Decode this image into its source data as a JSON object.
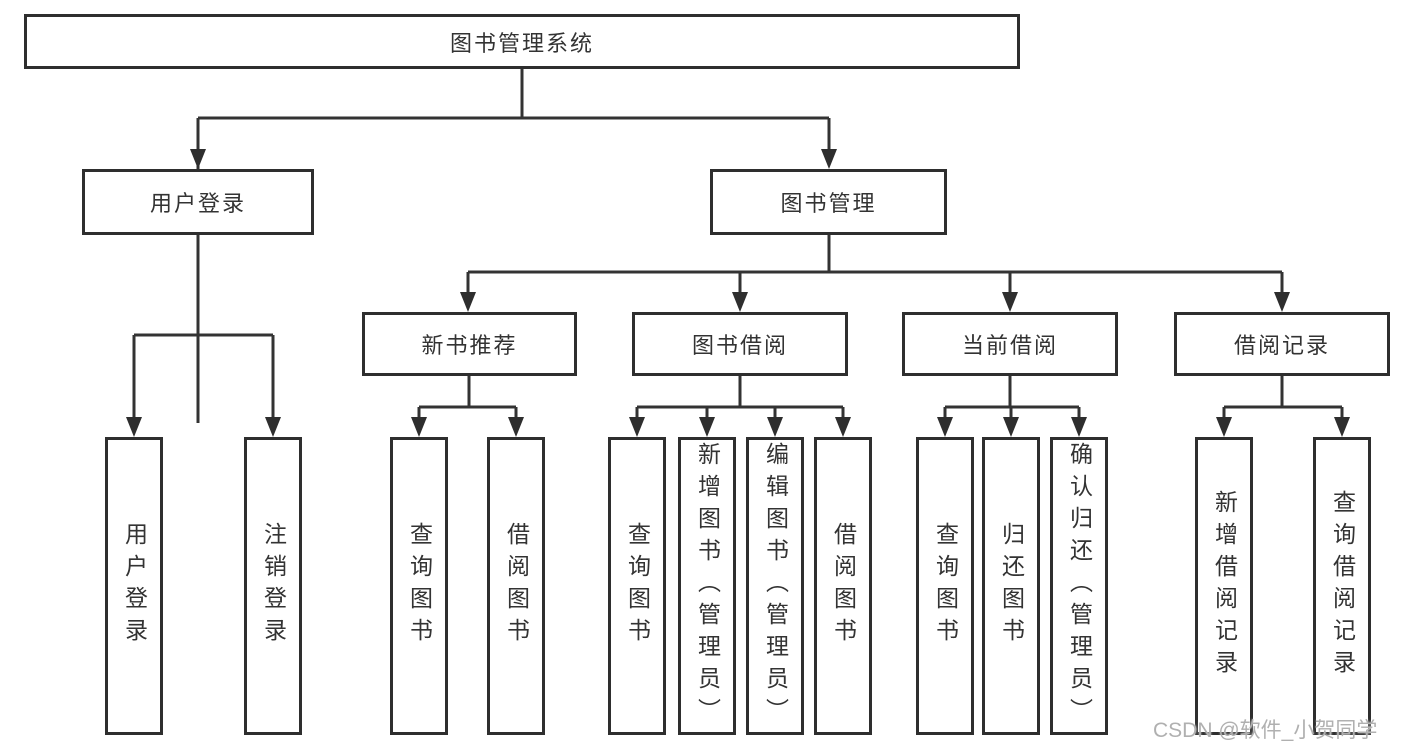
{
  "tree": {
    "label": "图书管理系统",
    "children": [
      {
        "label": "用户登录",
        "children": [
          {
            "label": "用户登录"
          },
          {
            "label": "注销登录"
          }
        ]
      },
      {
        "label": "图书管理",
        "children": [
          {
            "label": "新书推荐",
            "children": [
              {
                "label": "查询图书"
              },
              {
                "label": "借阅图书"
              }
            ]
          },
          {
            "label": "图书借阅",
            "children": [
              {
                "label": "查询图书"
              },
              {
                "label": "新增图书（管理员）"
              },
              {
                "label": "编辑图书（管理员）"
              },
              {
                "label": "借阅图书"
              }
            ]
          },
          {
            "label": "当前借阅",
            "children": [
              {
                "label": "查询图书"
              },
              {
                "label": "归还图书"
              },
              {
                "label": "确认归还（管理员）"
              }
            ]
          },
          {
            "label": "借阅记录",
            "children": [
              {
                "label": "新增借阅记录"
              },
              {
                "label": "查询借阅记录"
              }
            ]
          }
        ]
      }
    ]
  },
  "watermark": {
    "text": "CSDN @软件_小贺同学"
  },
  "colors": {
    "line": "#333333",
    "box_border": "#2e2e2e",
    "box_fill": "#ffffff",
    "text": "#333333",
    "watermark": "#b0b0b0",
    "background": "#ffffff"
  }
}
